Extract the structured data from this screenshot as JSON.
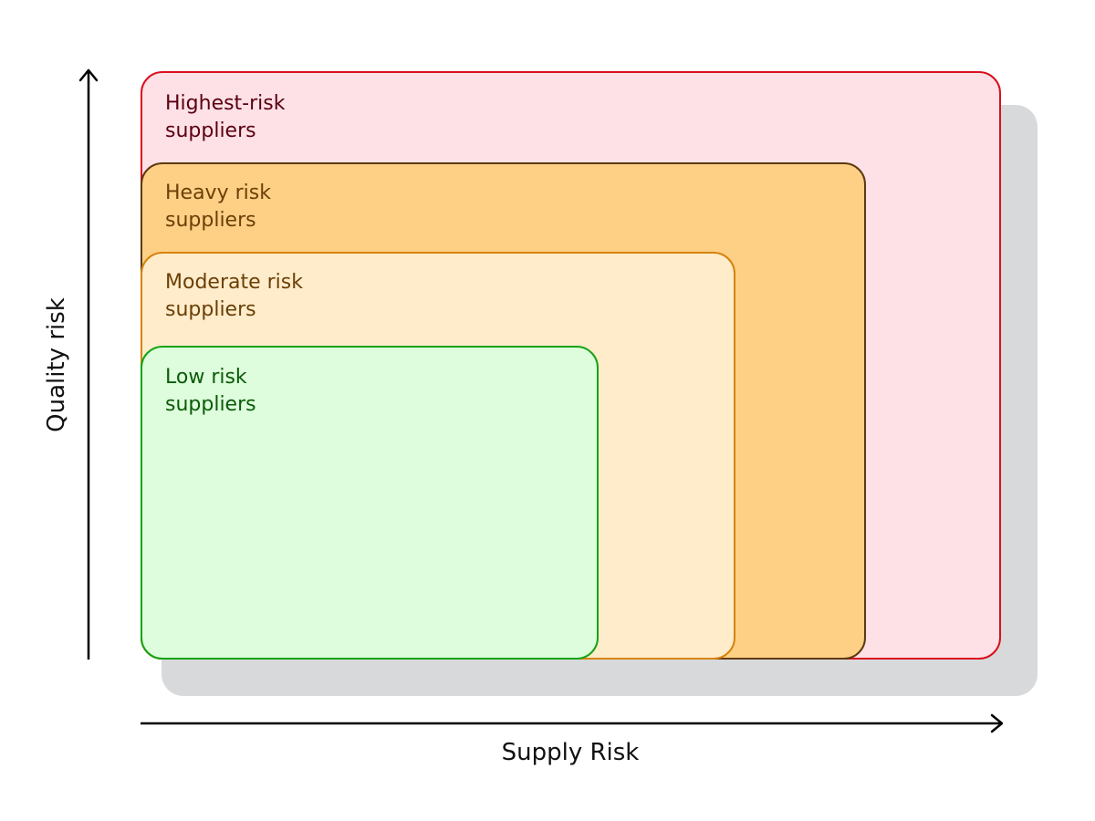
{
  "zones": {
    "highest": {
      "label": "Highest-risk\nsuppliers",
      "fill": "#fee1e6",
      "border": "#d9101e",
      "text": "#5a0010"
    },
    "heavy": {
      "label": "Heavy risk\nsuppliers",
      "fill": "#fdd086",
      "border": "#5e3a10",
      "text": "#6b3f06"
    },
    "moderate": {
      "label": "Moderate risk\nsuppliers",
      "fill": "#feeccb",
      "border": "#d7830d",
      "text": "#6b3f06"
    },
    "low": {
      "label": "Low risk\nsuppliers",
      "fill": "#ddfddc",
      "border": "#17a313",
      "text": "#0b5b08"
    }
  },
  "shadow_color": "#d8d9db",
  "axes": {
    "x_label": "Supply Risk",
    "y_label": "Quality risk"
  }
}
